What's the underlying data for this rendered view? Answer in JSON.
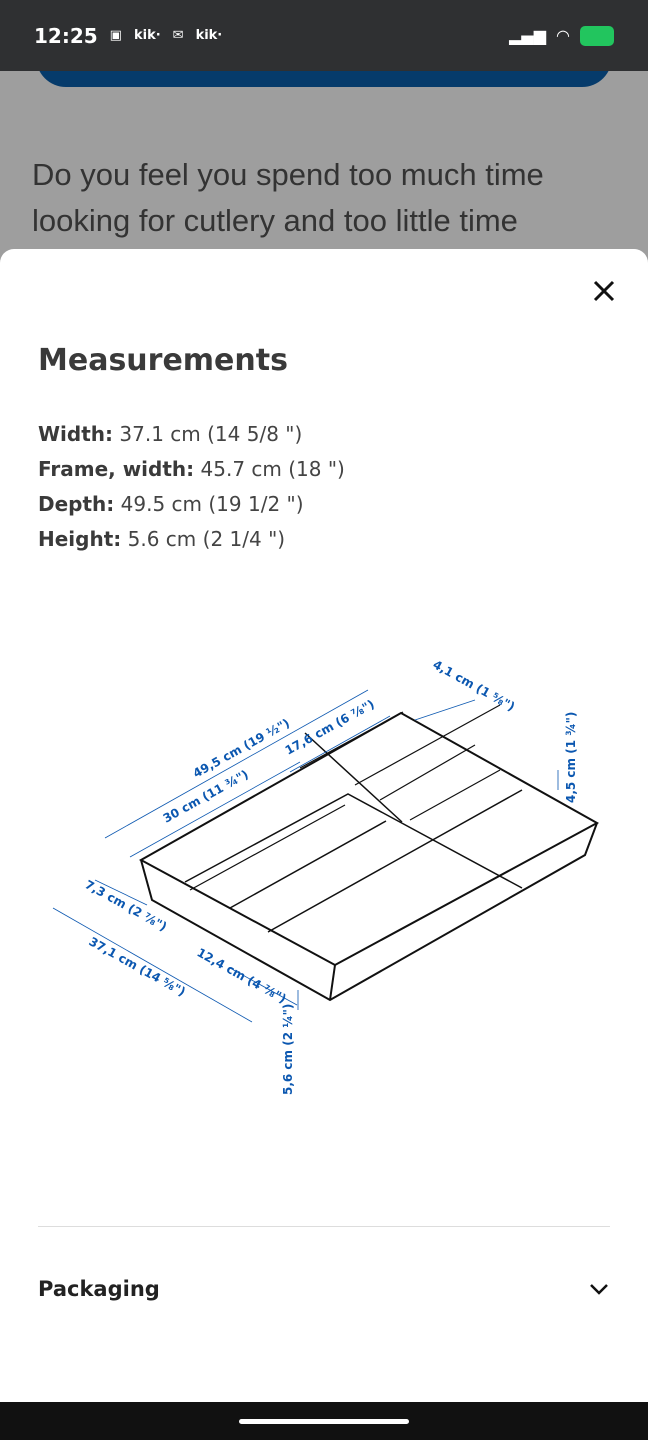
{
  "status_bar": {
    "time": "12:25",
    "notifications": [
      "kik·",
      "kik·"
    ]
  },
  "background": {
    "text": "Do you feel you spend too much time looking for cutlery and too little time"
  },
  "sheet": {
    "title": "Measurements",
    "specs": [
      {
        "label": "Width:",
        "value": "37.1 cm (14 5/8 \")"
      },
      {
        "label": "Frame, width:",
        "value": "45.7 cm (18 \")"
      },
      {
        "label": "Depth:",
        "value": "49.5 cm (19 1/2 \")"
      },
      {
        "label": "Height:",
        "value": "5.6 cm (2 1/4 \")"
      }
    ],
    "drawing_labels": {
      "depth": "49,5 cm (19 ½\")",
      "inner_long": "30 cm (11 ¾\")",
      "inner_short": "17,6 cm (6 ⅞\")",
      "slot": "4,1 cm (1 ⅝\")",
      "inner_height": "4,5 cm (1 ¾\")",
      "left_slot": "7,3 cm (2 ⅞\")",
      "width": "37,1 cm (14 ⅝\")",
      "front_slot": "12,4 cm (4 ⅞\")",
      "height": "5,6 cm (2 ¼\")"
    },
    "packaging_label": "Packaging",
    "accent_color": "#0b57b0"
  }
}
